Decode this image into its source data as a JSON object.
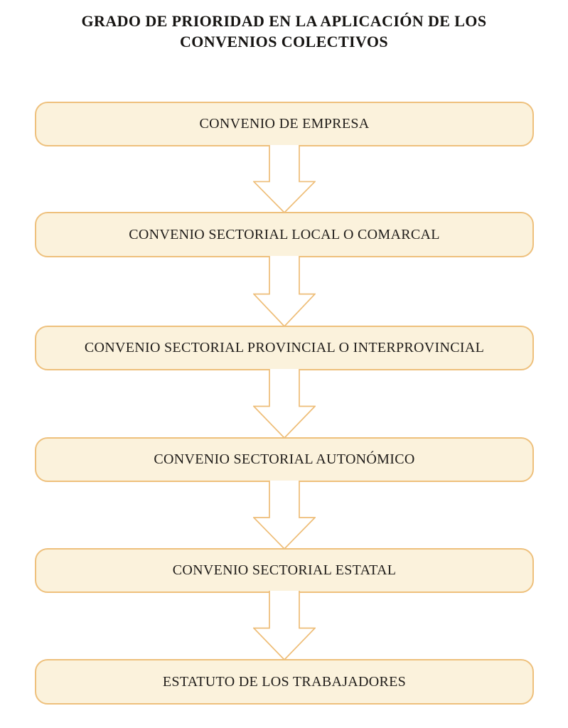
{
  "title": {
    "line1": "GRADO DE PRIORIDAD EN LA APLICACIÓN DE LOS",
    "line2": "CONVENIOS COLECTIVOS"
  },
  "flowchart": {
    "direction": "top-to-bottom",
    "nodes": [
      {
        "label": "CONVENIO DE EMPRESA"
      },
      {
        "label": "CONVENIO SECTORIAL LOCAL O COMARCAL"
      },
      {
        "label": "CONVENIO SECTORIAL PROVINCIAL O INTERPROVINCIAL"
      },
      {
        "label": "CONVENIO SECTORIAL AUTONÓMICO"
      },
      {
        "label": "CONVENIO SECTORIAL ESTATAL"
      },
      {
        "label": "ESTATUTO DE LOS TRABAJADORES"
      }
    ],
    "colors": {
      "node_fill": "#fbf2dc",
      "node_border": "#eec07c",
      "arrow_outline": "#eebd77",
      "text": "#1f1c19"
    }
  }
}
